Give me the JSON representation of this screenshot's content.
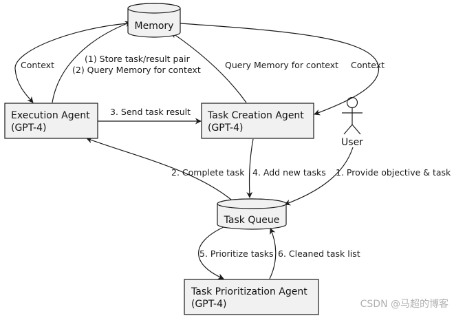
{
  "nodes": {
    "memory": {
      "label": "Memory"
    },
    "execution_agent": {
      "line1": "Execution Agent",
      "line2": "(GPT-4)"
    },
    "task_creation_agent": {
      "line1": "Task Creation Agent",
      "line2": "(GPT-4)"
    },
    "user": {
      "label": "User"
    },
    "task_queue": {
      "label": "Task Queue"
    },
    "task_prioritization_agent": {
      "line1": "Task Prioritization Agent",
      "line2": "(GPT-4)"
    }
  },
  "edges": {
    "memory_to_execution": "Context",
    "execution_to_memory_line1": "(1) Store task/result pair",
    "execution_to_memory_line2": "(2) Query Memory for context",
    "creation_to_memory": "Query Memory for context",
    "memory_to_creation": "Context",
    "execution_to_creation": "3. Send task result",
    "queue_to_execution": "2. Complete task",
    "creation_to_queue": "4. Add new tasks",
    "user_to_queue": "1. Provide objective & task",
    "queue_to_prioritization": "5. Prioritize tasks",
    "prioritization_to_queue": "6. Cleaned task list"
  },
  "watermark": "CSDN @马超的博客"
}
